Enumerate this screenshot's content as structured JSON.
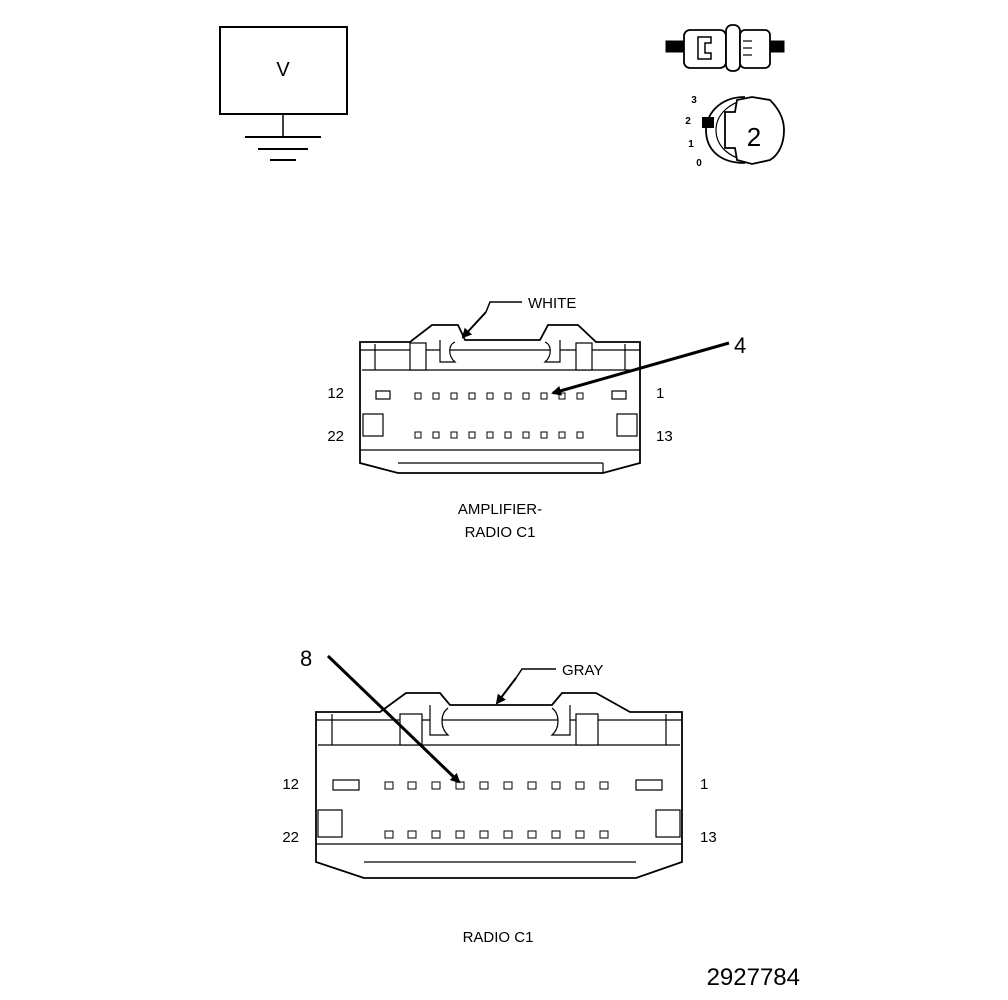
{
  "meter": {
    "label": "V"
  },
  "ignition": {
    "positions": [
      "3",
      "2",
      "1",
      "0"
    ],
    "selected": "2"
  },
  "connector1": {
    "color_label": "WHITE",
    "callout": "4",
    "pin_left_top": "12",
    "pin_right_top": "1",
    "pin_left_bottom": "22",
    "pin_right_bottom": "13",
    "name_line1": "AMPLIFIER-",
    "name_line2": "RADIO C1"
  },
  "connector2": {
    "color_label": "GRAY",
    "callout": "8",
    "pin_left_top": "12",
    "pin_right_top": "1",
    "pin_left_bottom": "22",
    "pin_right_bottom": "13",
    "name": "RADIO C1"
  },
  "figure_number": "2927784"
}
